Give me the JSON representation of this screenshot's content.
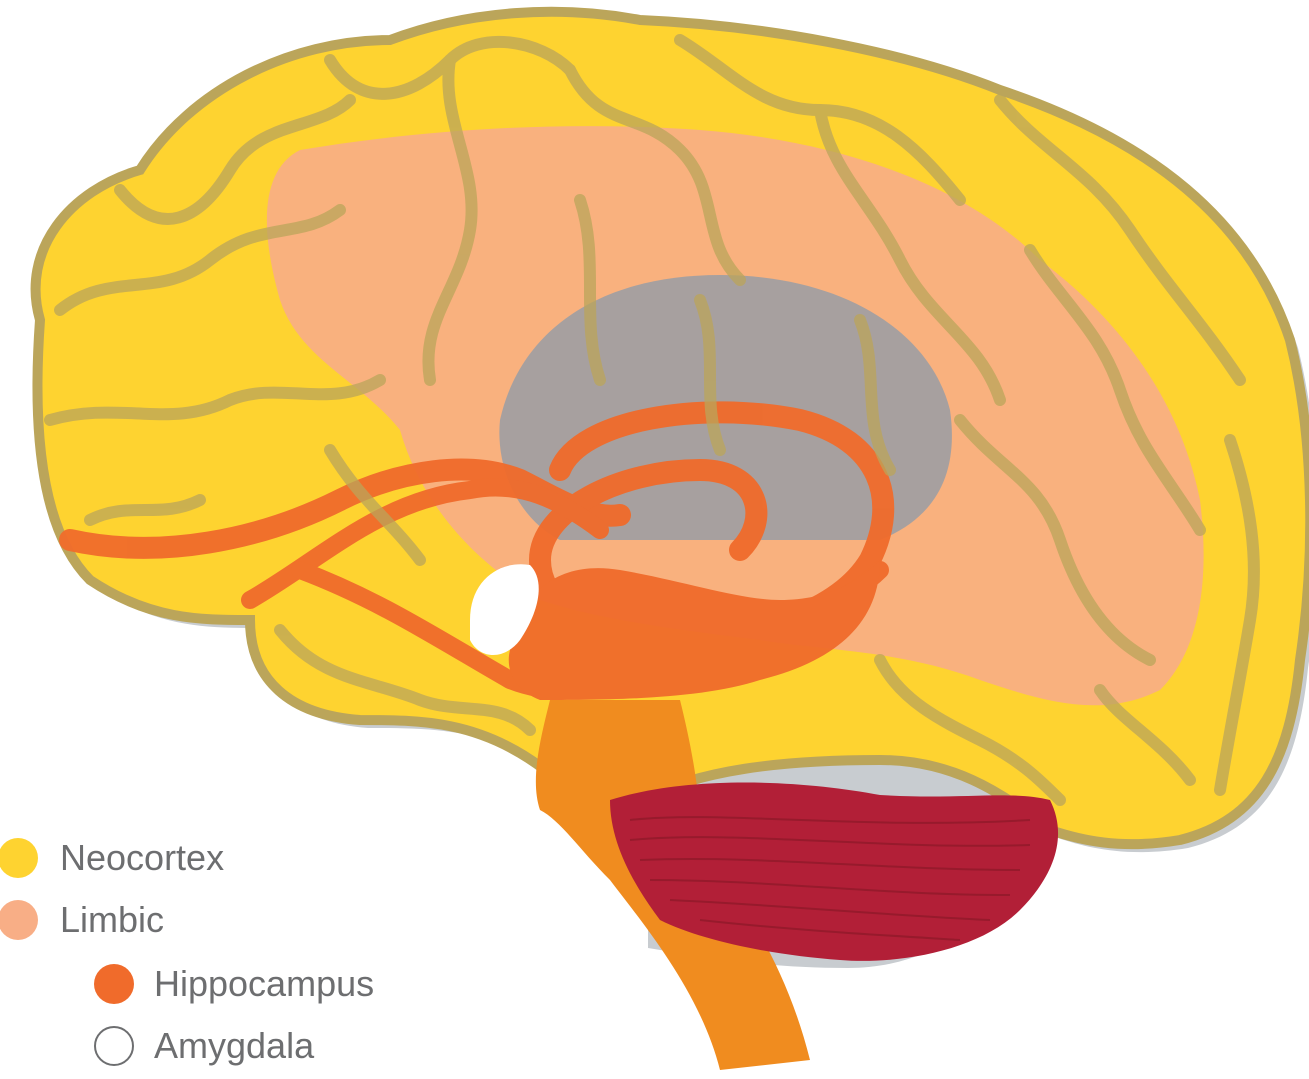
{
  "diagram": {
    "colors": {
      "neocortex": "#fed330",
      "limbic": "#f8ae86",
      "hippocampus": "#f06b2b",
      "amygdala": "#ffffff",
      "thalamus": "#9d9ea3",
      "cerebellum": "#b21f37",
      "brainstem": "#f08c1f",
      "sulcus_stroke": "#bba55a",
      "shadow": "#c8ccd0"
    },
    "legend": [
      {
        "id": "neocortex",
        "label": "Neocortex"
      },
      {
        "id": "limbic",
        "label": "Limbic"
      },
      {
        "id": "hippocampus",
        "label": "Hippocampus"
      },
      {
        "id": "amygdala",
        "label": "Amygdala"
      }
    ]
  }
}
